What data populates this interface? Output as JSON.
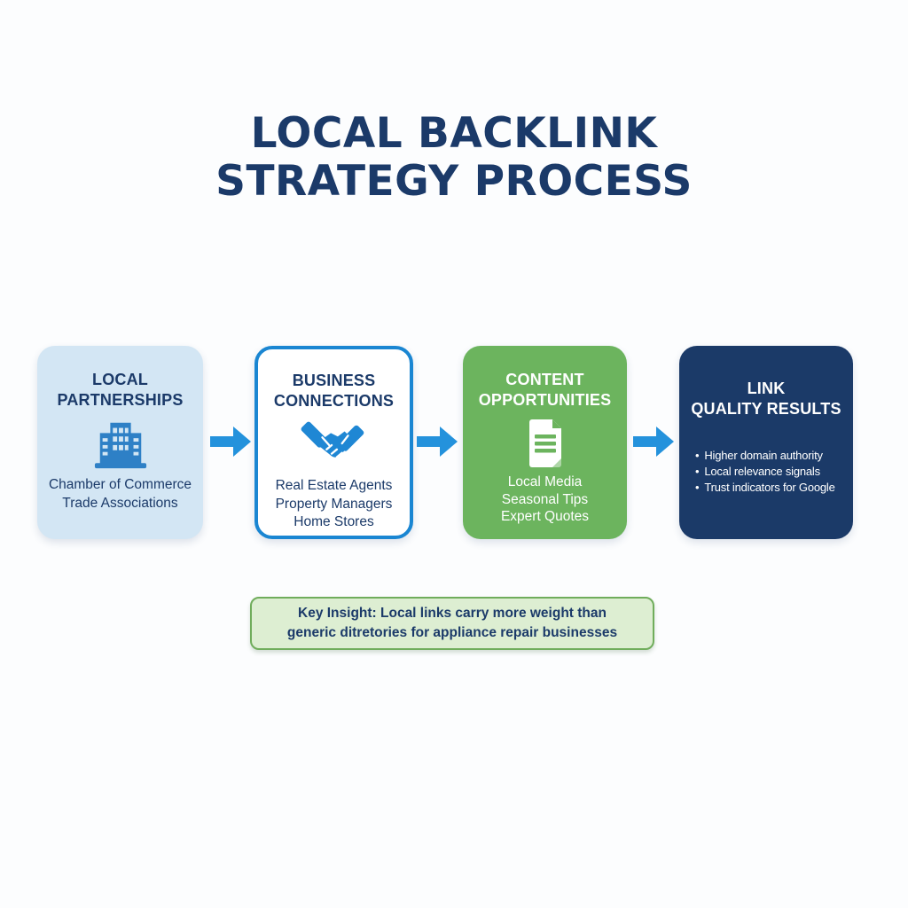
{
  "title": {
    "line1": "LOCAL BACKLINK",
    "line2": "STRATEGY PROCESS"
  },
  "steps": [
    {
      "heading_line1": "LOCAL",
      "heading_line2": "PARTNERSHIPS",
      "icon": "building-icon",
      "items": [
        "Chamber of Commerce",
        "Trade Associations"
      ]
    },
    {
      "heading_line1": "BUSINESS",
      "heading_line2": "CONNECTIONS",
      "icon": "handshake-icon",
      "items": [
        "Real Estate Agents",
        "Property Managers",
        "Home Stores"
      ]
    },
    {
      "heading_line1": "CONTENT",
      "heading_line2": "OPPORTUNITIES",
      "icon": "document-icon",
      "items": [
        "Local Media",
        "Seasonal Tips",
        "Expert Quotes"
      ]
    },
    {
      "heading_line1": "LINK",
      "heading_line2": "QUALITY RESULTS",
      "bullet_char": "•",
      "bullets": [
        "Higher domain authority",
        "Local relevance signals",
        "Trust indicators for Google"
      ]
    }
  ],
  "key_insight": {
    "line1": "Key Insight: Local links carry more weight than",
    "line2": "generic ditretories for appliance repair businesses"
  },
  "colors": {
    "title_navy": "#1b3a69",
    "box1_fill": "#d3e6f4",
    "box2_border": "#1a86d2",
    "box3_fill": "#6cb45e",
    "box4_fill": "#1b3a68",
    "arrow_blue": "#2492dc",
    "icon_blue": "#2e80c6",
    "insight_fill": "#ddeed2",
    "insight_border": "#70ad5c"
  }
}
